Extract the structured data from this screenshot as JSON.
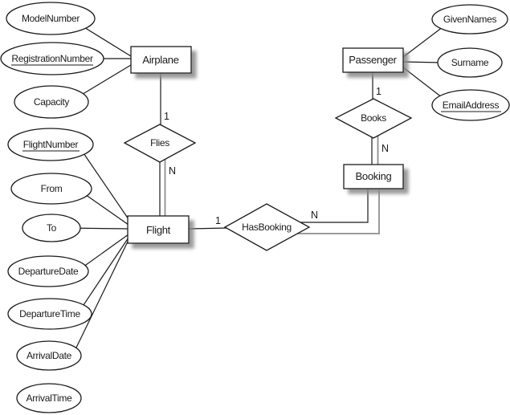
{
  "diagram_type": "entity-relationship",
  "colors": {
    "stroke": "#1a1a1a",
    "double_line_gray": "#8f8f8f",
    "shape_fill": "#ffffff",
    "shadow": "#8a8a8a",
    "background": "#ffffff"
  },
  "entities": [
    {
      "label": "Airplane"
    },
    {
      "label": "Flight"
    },
    {
      "label": "Passenger"
    },
    {
      "label": "Booking"
    }
  ],
  "relationships": [
    {
      "label": "Flies",
      "one": "1",
      "many": "N",
      "between": "Airplane-Flight"
    },
    {
      "label": "Books",
      "one": "1",
      "many": "N",
      "between": "Passenger-Booking"
    },
    {
      "label": "HasBooking",
      "one": "1",
      "many": "N",
      "between": "Flight-Booking"
    }
  ],
  "attributes": [
    {
      "label": "ModelNumber",
      "entity": "Airplane",
      "key": false
    },
    {
      "label": "RegistrationNumber",
      "entity": "Airplane",
      "key": true
    },
    {
      "label": "Capacity",
      "entity": "Airplane",
      "key": false
    },
    {
      "label": "FlightNumber",
      "entity": "Flight",
      "key": true
    },
    {
      "label": "From",
      "entity": "Flight",
      "key": false
    },
    {
      "label": "To",
      "entity": "Flight",
      "key": false
    },
    {
      "label": "DepartureDate",
      "entity": "Flight",
      "key": false
    },
    {
      "label": "DepartureTime",
      "entity": "Flight",
      "key": false
    },
    {
      "label": "ArrivalDate",
      "entity": "Flight",
      "key": false
    },
    {
      "label": "ArrivalTime",
      "entity": "Flight",
      "key": false,
      "connector_visible": false
    },
    {
      "label": "GivenNames",
      "entity": "Passenger",
      "key": false
    },
    {
      "label": "Surname",
      "entity": "Passenger",
      "key": false
    },
    {
      "label": "EmailAddress",
      "entity": "Passenger",
      "key": true
    }
  ]
}
